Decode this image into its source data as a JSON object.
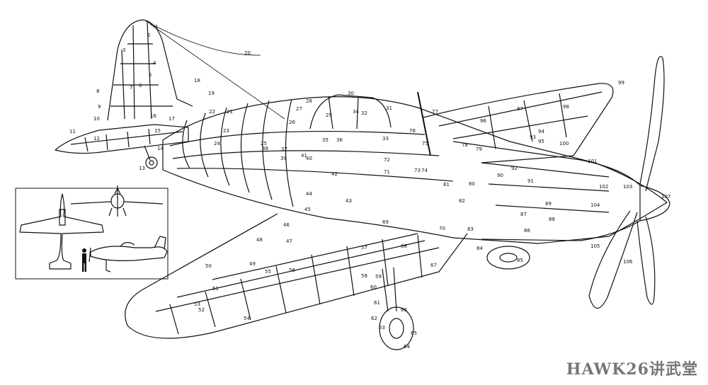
{
  "watermark": "HAWK26讲武堂",
  "callouts": [
    "1",
    "2",
    "3",
    "4",
    "5",
    "6",
    "7",
    "8",
    "9",
    "10",
    "11",
    "12",
    "13",
    "14",
    "15",
    "16",
    "17",
    "18",
    "19",
    "20",
    "21",
    "22",
    "23",
    "24",
    "25",
    "26",
    "27",
    "28",
    "29",
    "30",
    "31",
    "32",
    "33",
    "34",
    "35",
    "36",
    "37",
    "38",
    "39",
    "40",
    "41",
    "42",
    "43",
    "44",
    "45",
    "46",
    "47",
    "48",
    "49",
    "50",
    "51",
    "52",
    "53",
    "54",
    "55",
    "56",
    "57",
    "58",
    "59",
    "60",
    "61",
    "62",
    "63",
    "64",
    "65",
    "66",
    "67",
    "68",
    "69",
    "70",
    "71",
    "72",
    "73",
    "74",
    "75",
    "76",
    "77",
    "78",
    "79",
    "80",
    "81",
    "82",
    "83",
    "84",
    "85",
    "86",
    "87",
    "88",
    "89",
    "90",
    "91",
    "92",
    "93",
    "94",
    "95",
    "96",
    "97",
    "98",
    "99",
    "100",
    "101",
    "102",
    "103",
    "104",
    "105",
    "106",
    "107"
  ]
}
